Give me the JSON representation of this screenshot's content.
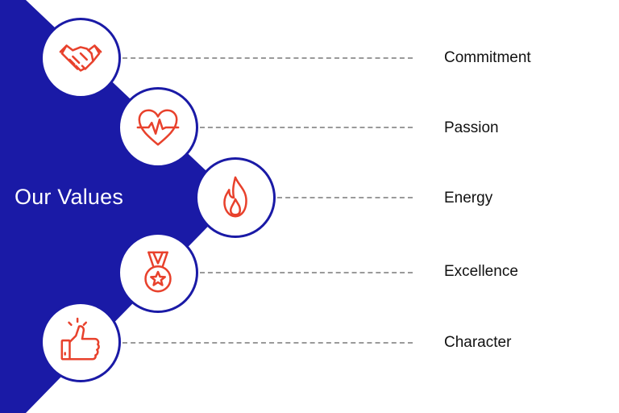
{
  "title": "Our Values",
  "colors": {
    "brand": "#1a1aa6",
    "icon": "#e8412c",
    "connector": "#9a9a9a",
    "background": "#ffffff"
  },
  "values": [
    {
      "label": "Commitment",
      "icon": "handshake-icon"
    },
    {
      "label": "Passion",
      "icon": "heartbeat-icon"
    },
    {
      "label": "Energy",
      "icon": "flame-icon"
    },
    {
      "label": "Excellence",
      "icon": "medal-icon"
    },
    {
      "label": "Character",
      "icon": "thumbs-up-icon"
    }
  ]
}
